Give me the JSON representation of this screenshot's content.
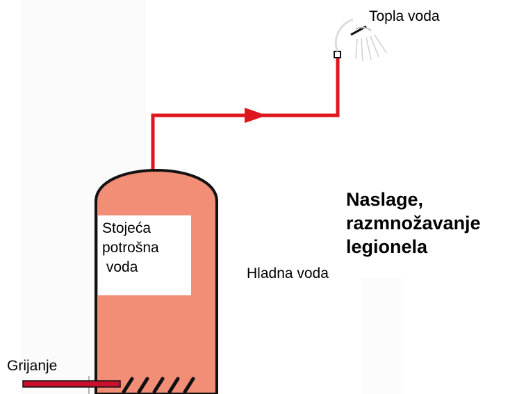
{
  "labels": {
    "hot_water": "Topla voda",
    "cold_water": "Hladna voda",
    "heating": "Grijanje",
    "tank_content": "Stojeća\npotrošna\n voda",
    "warning": "Naslage,\nrazmnožavanje\nlegionela"
  },
  "colors": {
    "tank_fill": "#f28d76",
    "outline": "#111111",
    "hot_pipe": "#e0161f",
    "heating_pipe": "#c8102e",
    "background": "#ffffff"
  },
  "icons": {
    "shower": "shower-head-icon",
    "flow_arrow": "arrow-right-icon"
  }
}
